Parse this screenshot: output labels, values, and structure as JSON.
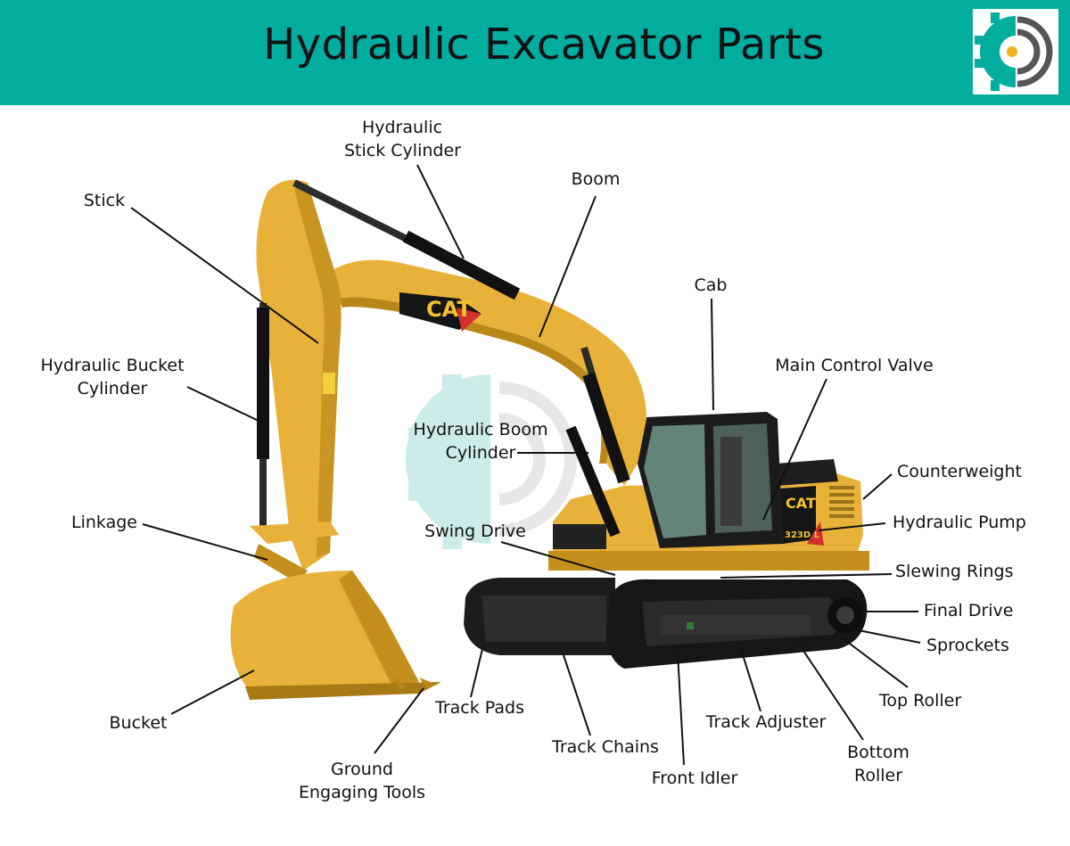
{
  "header": {
    "title": "Hydraulic Excavator Parts",
    "background_color": "#00ad9f",
    "logo": "gear-and-sound-waves-logo"
  },
  "machine": {
    "brand_badge": "CAT",
    "model_badge": "323D L",
    "body_color": "#e8b23a"
  },
  "labels": {
    "stick_cylinder_line1": "Hydraulic",
    "stick_cylinder_line2": "Stick Cylinder",
    "boom": "Boom",
    "stick": "Stick",
    "cab": "Cab",
    "bucket_cylinder_line1": "Hydraulic Bucket",
    "bucket_cylinder_line2": "Cylinder",
    "main_control_valve": "Main Control Valve",
    "boom_cylinder_line1": "Hydraulic Boom",
    "boom_cylinder_line2": "Cylinder",
    "counterweight": "Counterweight",
    "linkage": "Linkage",
    "hydraulic_pump": "Hydraulic Pump",
    "swing_drive": "Swing Drive",
    "slewing_rings": "Slewing Rings",
    "final_drive": "Final Drive",
    "sprockets": "Sprockets",
    "top_roller": "Top Roller",
    "track_pads": "Track Pads",
    "bucket": "Bucket",
    "track_adjuster": "Track Adjuster",
    "track_chains": "Track Chains",
    "bottom_roller_line1": "Bottom",
    "bottom_roller_line2": "Roller",
    "front_idler": "Front Idler",
    "ground_tools_line1": "Ground",
    "ground_tools_line2": "Engaging Tools"
  }
}
